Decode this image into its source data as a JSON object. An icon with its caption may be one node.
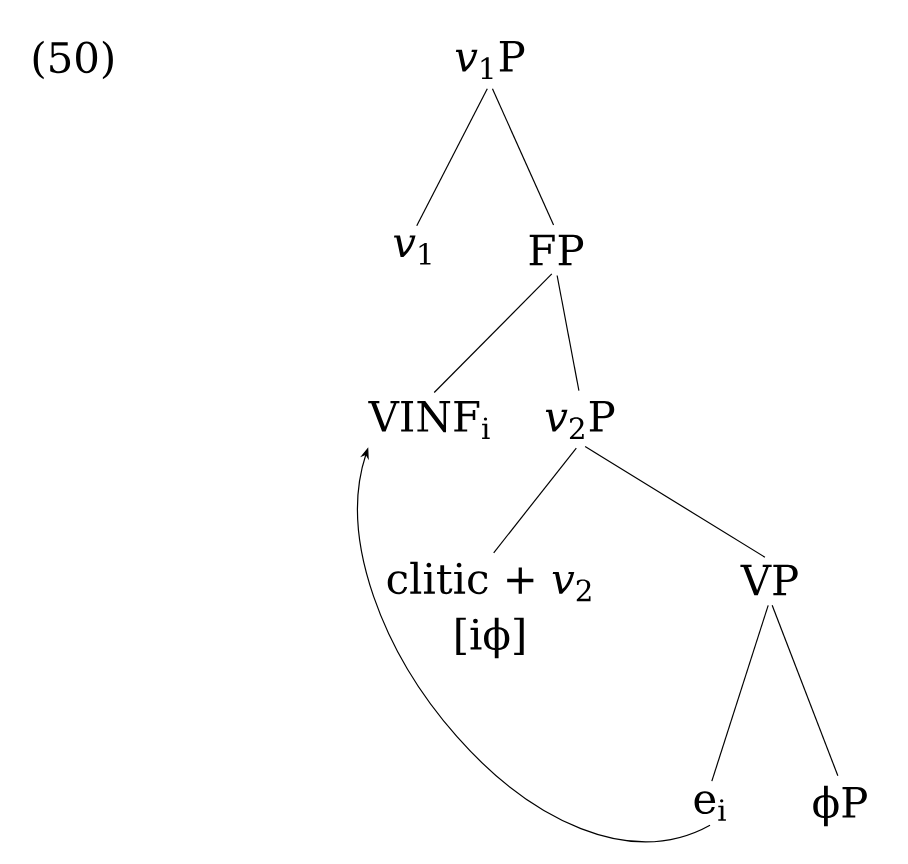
{
  "diagram": {
    "nodes": [
      {
        "text": [
          "*v*$_{1}$P"
        ]
      },
      {
        "text": [
          "*v*$_{1}$"
        ]
      },
      {
        "text": [
          "FP"
        ]
      },
      {
        "text": [
          "VINF$_{i}$"
        ]
      },
      {
        "text": [
          "*v*$_{2}$P"
        ]
      },
      {
        "text": [
          "clitic + *v*$_{2}$",
          "[iϕ]"
        ]
      },
      {
        "text": [
          "VP"
        ]
      },
      {
        "text": [
          "e$_{i}$"
        ]
      },
      {
        "text": [
          "ϕP"
        ]
      }
    ],
    "edges": [
      {
        "from": 0,
        "to": 1,
        "arrow": "none"
      },
      {
        "from": 0,
        "to": 2,
        "arrow": "none"
      },
      {
        "from": 2,
        "to": 3,
        "arrow": "none"
      },
      {
        "from": 2,
        "to": 4,
        "arrow": "none"
      },
      {
        "from": 4,
        "to": 5,
        "arrow": "none"
      },
      {
        "from": 4,
        "to": 6,
        "arrow": "none"
      },
      {
        "from": 6,
        "to": 7,
        "arrow": "none"
      },
      {
        "from": 6,
        "to": 8,
        "arrow": "none"
      },
      {
        "from": 7,
        "to": 3,
        "arrow": "to"
      }
    ],
    "labels": [
      "(50)"
    ]
  }
}
